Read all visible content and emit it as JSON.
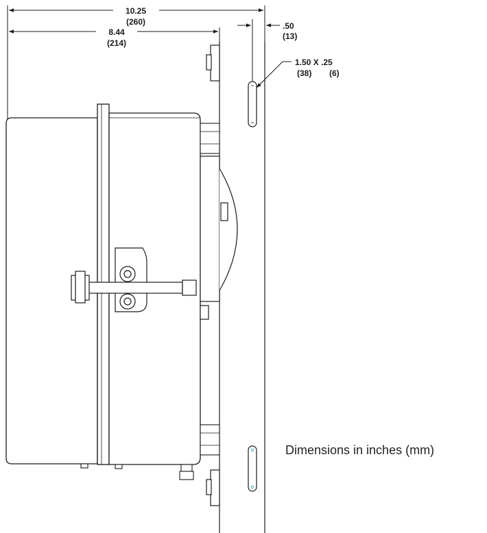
{
  "dimensions": {
    "overall_width": {
      "inches": "10.25",
      "mm": "(260)"
    },
    "body_width": {
      "inches": "8.44",
      "mm": "(214)"
    },
    "slot_offset": {
      "inches": ".50",
      "mm": "(13)"
    },
    "slot_size": {
      "label": "1.50 X .25",
      "mm_length": "(38)",
      "mm_width": "(6)"
    }
  },
  "note": "Dimensions in inches (mm)",
  "colors": {
    "line": "#1a1a1a",
    "shadow": "#555555",
    "slot_accent": "#2a9d9d",
    "background": "#ffffff"
  }
}
